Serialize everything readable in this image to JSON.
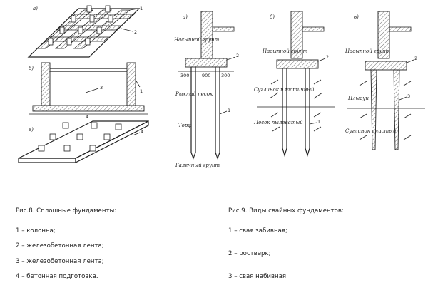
{
  "figures": {
    "left": {
      "panel_a": "а)",
      "panel_b": "б)",
      "panel_v": "в)",
      "marks": [
        "1",
        "2",
        "3",
        "4"
      ]
    },
    "piles": {
      "panel_a": "а)",
      "panel_b": "б)",
      "panel_v": "в)",
      "soil_bulk": "Насыпной грунт",
      "dim_300_left": "300",
      "dim_900": "900",
      "dim_300_right": "300",
      "loose_sand": "Рыхлый песок",
      "peat": "Торф",
      "gravel_soil": "Галечный грунт",
      "plastic_loam": "Суглинок пластичный",
      "fine_sand": "Песок пылеватый",
      "quicksand": "Плывун",
      "silty_loam": "Суглинок илистый",
      "marks": [
        "1",
        "2",
        "3"
      ]
    }
  },
  "captions": {
    "fig8": {
      "title": "Рис.8. Сплошные фундаменты:",
      "items": [
        "1 – колонна;",
        "2 – железобетонная лента;",
        "3 – железобетонная лента;",
        "4 – бетонная подготовка."
      ]
    },
    "fig9": {
      "title": "Рис.9. Виды свайных фундаментов:",
      "items": [
        "1 – свая забивная;",
        "2 – ростверк;",
        "3 – свая набивная."
      ]
    }
  }
}
